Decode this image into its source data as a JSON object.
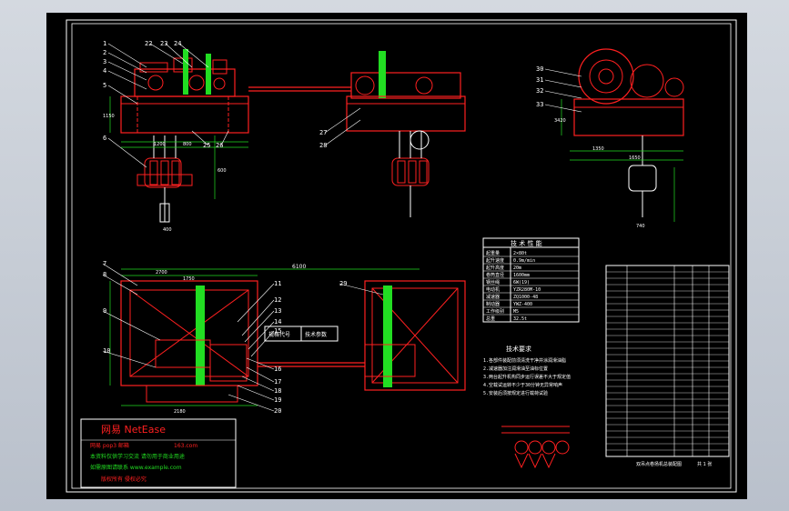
{
  "part_numbers_top": [
    "1",
    "2",
    "3",
    "4",
    "5",
    "6",
    "22",
    "23",
    "24",
    "25",
    "26",
    "27",
    "28"
  ],
  "part_numbers_bottom": [
    "7",
    "8",
    "9",
    "10",
    "11",
    "12",
    "13",
    "14",
    "15",
    "16",
    "17",
    "18",
    "19",
    "20",
    "29"
  ],
  "part_numbers_side": [
    "30",
    "31",
    "32",
    "33"
  ],
  "dims": {
    "span_total": "6100",
    "d_2700": "2700",
    "d_1750": "1750",
    "d_1200": "1200",
    "d_800": "800",
    "d_400": "400",
    "d_1150": "1150",
    "d_600": "600",
    "d_1350": "1350",
    "d_1650": "1650",
    "d_3420": "3420",
    "d_740": "740",
    "d_2180": "2180"
  },
  "spec_box": {
    "left": "规格代号",
    "right": "技术参数"
  },
  "tech_table": {
    "title": "技 术 性 能",
    "rows": [
      [
        "起重量",
        "2×80t"
      ],
      [
        "起升速度",
        "0.9m/min"
      ],
      [
        "起升高度",
        "20m"
      ],
      [
        "卷筒直径",
        "1600mm"
      ],
      [
        "钢丝绳",
        "6W(19)"
      ],
      [
        "电动机",
        "YZR280M-10"
      ],
      [
        "减速器",
        "ZQ1000-48"
      ],
      [
        "制动器",
        "YWZ-400"
      ],
      [
        "工作级别",
        "M5"
      ],
      [
        "总重",
        "32.5t"
      ]
    ]
  },
  "tech_notes": {
    "title": "技术要求",
    "lines": [
      "1.各部件装配前须清洗干净并涂润滑油脂",
      "2.减速器加注润滑油至油标位置",
      "3.两台起升机构同步运行误差不大于规定值",
      "4.空载试运转不少于30分钟无异常响声",
      "5.安装后须按规定进行载荷试验"
    ]
  },
  "watermark": {
    "logo": "网易 NetEase",
    "line1": "网易 pop3 邮箱",
    "line1b": "163.com",
    "line2": "本资料仅供学习交流 请勿用于商业用途",
    "line3": "如需原图请联系 www.example.com",
    "line4": "版权所有 侵权必究"
  },
  "bom_caption": "双吊点卷扬机总装配图",
  "bom_sheet": "共 1 张",
  "colors": {
    "red": "#ff2020",
    "green": "#22dd22",
    "white": "#ffffff",
    "cyan": "#40e0ff",
    "yellow": "#ffff30"
  }
}
